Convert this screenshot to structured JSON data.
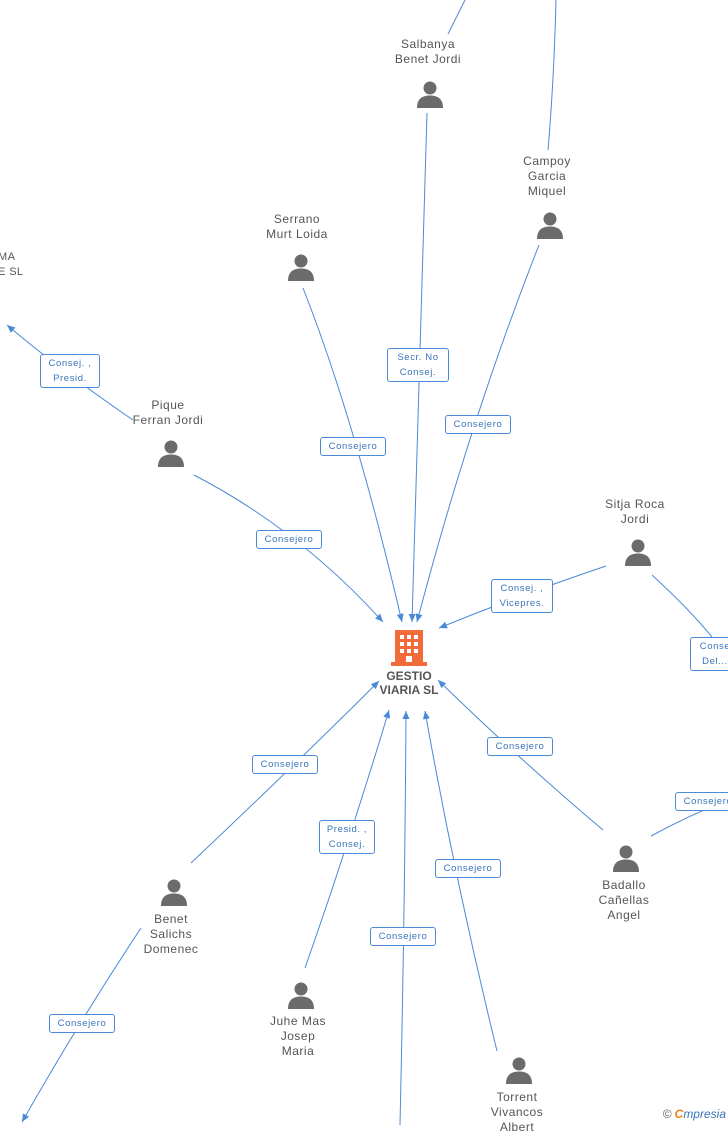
{
  "company": {
    "name_line1": "GESTIO",
    "name_line2": "VIARIA SL",
    "icon": "building-icon",
    "icon_color": "#f26b3a"
  },
  "persons": [
    {
      "id": "salbanya",
      "lines": [
        "Salbanya",
        "Benet Jordi"
      ]
    },
    {
      "id": "campoy",
      "lines": [
        "Campoy",
        "Garcia",
        "Miquel"
      ]
    },
    {
      "id": "serrano",
      "lines": [
        "Serrano",
        "Murt Loida"
      ]
    },
    {
      "id": "pique",
      "lines": [
        "Pique",
        "Ferran Jordi"
      ]
    },
    {
      "id": "sitja",
      "lines": [
        "Sitja Roca",
        "Jordi"
      ]
    },
    {
      "id": "badallo",
      "lines": [
        "Badallo",
        "Cañellas",
        "Angel"
      ]
    },
    {
      "id": "benet",
      "lines": [
        "Benet",
        "Salichs",
        "Domenec"
      ]
    },
    {
      "id": "juhe",
      "lines": [
        "Juhe Mas",
        "Josep",
        "Maria"
      ]
    },
    {
      "id": "torrent",
      "lines": [
        "Torrent",
        "Vivancos",
        "Albert"
      ]
    }
  ],
  "cut_company": {
    "line1": "MA",
    "line2": "E SL"
  },
  "labels": {
    "secr": {
      "lines": [
        "Secr.  No",
        "Consej."
      ]
    },
    "campoy": {
      "lines": [
        "Consejero"
      ]
    },
    "serrano": {
      "lines": [
        "Consejero"
      ]
    },
    "pique_ext": {
      "lines": [
        "Consej. ,",
        "Presid."
      ]
    },
    "pique": {
      "lines": [
        "Consejero"
      ]
    },
    "sitja": {
      "lines": [
        "Consej. ,",
        "Vicepres."
      ]
    },
    "sitja_ext": {
      "lines": [
        "Conse",
        "Del..."
      ]
    },
    "benet": {
      "lines": [
        "Consejero"
      ]
    },
    "juhe": {
      "lines": [
        "Presid. ,",
        "Consej."
      ]
    },
    "bottom": {
      "lines": [
        "Consejero"
      ]
    },
    "torrent": {
      "lines": [
        "Consejero"
      ]
    },
    "badallo": {
      "lines": [
        "Consejero"
      ]
    },
    "badallo_ext": {
      "lines": [
        "Consejero"
      ]
    },
    "benet_ext": {
      "lines": [
        "Consejero"
      ]
    }
  },
  "watermark": {
    "copyright": "©",
    "brand_initial": "C",
    "brand_rest": "mpresia"
  },
  "colors": {
    "edge": "#4a8ad6",
    "person_icon": "#6b6b6b",
    "label_text": "#3a74b8"
  }
}
